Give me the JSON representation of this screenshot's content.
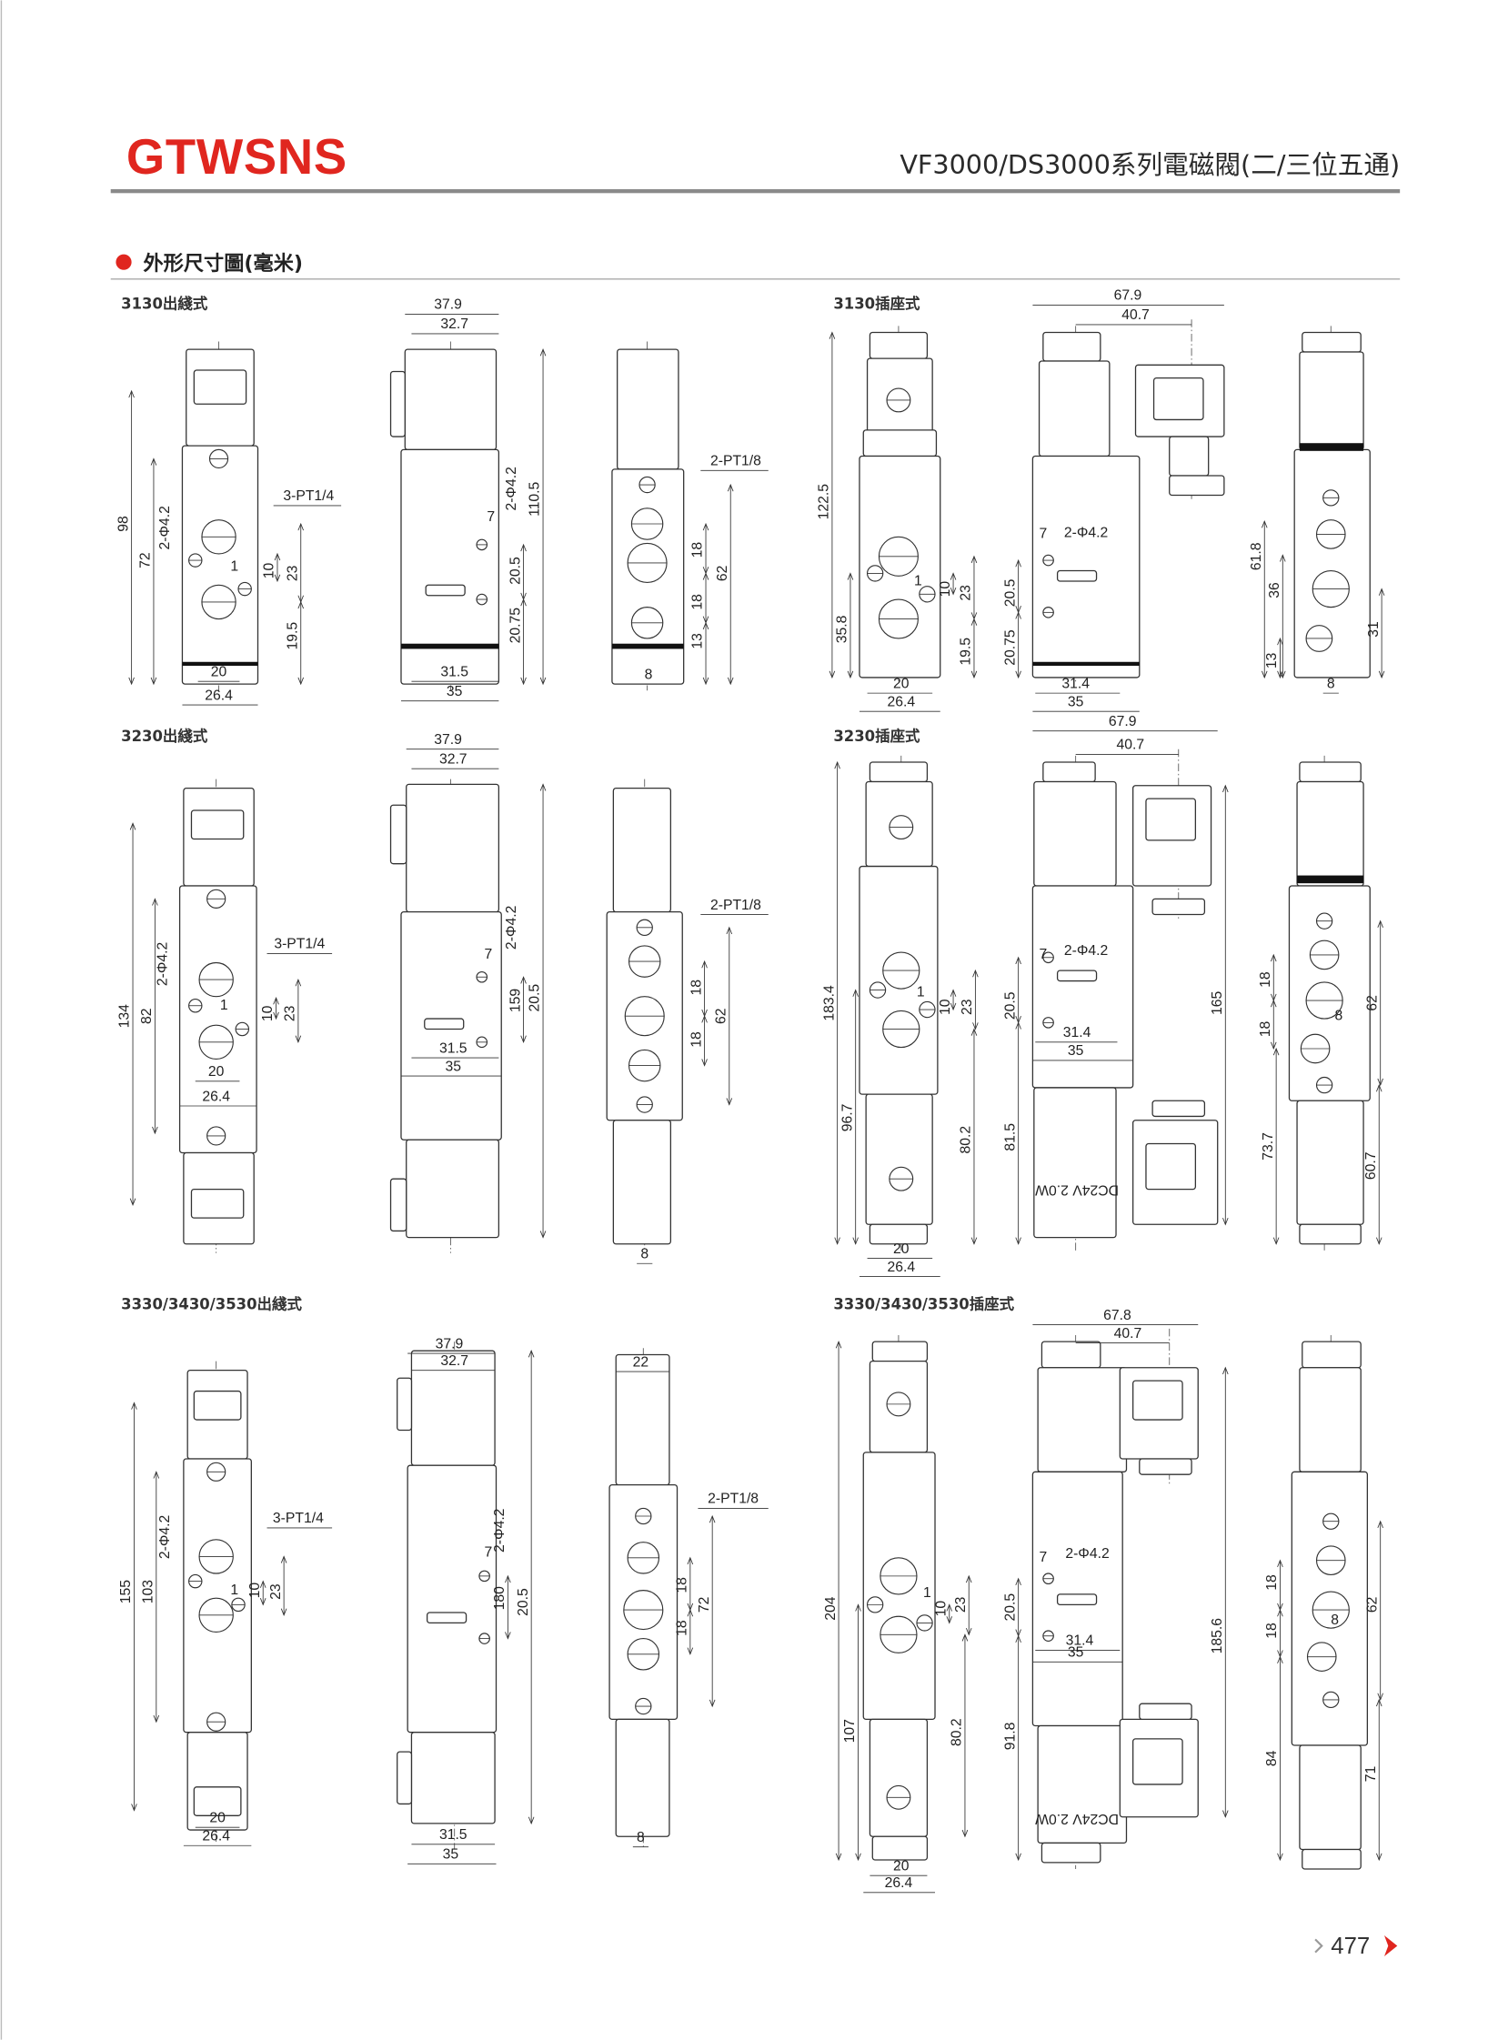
{
  "header": {
    "logo": "GTWSNS",
    "title": "VF3000/DS3000系列電磁閥(二/三位五通)"
  },
  "section": {
    "title": "外形尺寸圖(毫米)"
  },
  "colors": {
    "brand": "#e0261f",
    "text": "#222222",
    "rule": "#8a8a8a"
  },
  "panels": [
    {
      "title": "3130出綫式",
      "labels": [
        "98",
        "72",
        "2-Φ4.2",
        "3-PT1/4",
        "1",
        "10",
        "23",
        "19.5",
        "20",
        "26.4",
        "37.9",
        "32.7",
        "7",
        "2-Φ4.2",
        "110.5",
        "20.5",
        "20.75",
        "31.5",
        "35",
        "2-PT1/8",
        "18",
        "62",
        "18",
        "13",
        "8"
      ]
    },
    {
      "title": "3130插座式",
      "labels": [
        "122.5",
        "35.8",
        "1",
        "10",
        "23",
        "19.5",
        "20",
        "26.4",
        "67.9",
        "40.7",
        "7",
        "2-Φ4.2",
        "20.5",
        "20.75",
        "31.4",
        "35",
        "61.8",
        "36",
        "13",
        "31",
        "8"
      ]
    },
    {
      "title": "3230出綫式",
      "labels": [
        "134",
        "82",
        "2-Φ4.2",
        "3-PT1/4",
        "1",
        "10",
        "23",
        "20",
        "26.4",
        "37.9",
        "32.7",
        "7",
        "2-Φ4.2",
        "20.5",
        "159",
        "31.5",
        "35",
        "2-PT1/8",
        "18",
        "62",
        "18",
        "8"
      ]
    },
    {
      "title": "3230插座式",
      "labels": [
        "183.4",
        "96.7",
        "1",
        "10",
        "23",
        "80.2",
        "20",
        "26.4",
        "67.9",
        "40.7",
        "7",
        "2-Φ4.2",
        "20.5",
        "31.4",
        "35",
        "81.5",
        "165",
        "DC24V 2.0W",
        "18",
        "18",
        "8",
        "62",
        "73.7",
        "60.7"
      ]
    },
    {
      "title": "3330/3430/3530出綫式",
      "labels": [
        "155",
        "103",
        "2-Φ4.2",
        "3-PT1/4",
        "1",
        "10",
        "23",
        "20",
        "26.4",
        "37.9",
        "32.7",
        "7",
        "2-Φ4.2",
        "20.5",
        "180",
        "31.5",
        "35",
        "22",
        "2-PT1/8",
        "18",
        "72",
        "18",
        "8"
      ]
    },
    {
      "title": "3330/3430/3530插座式",
      "labels": [
        "204",
        "107",
        "1",
        "10",
        "23",
        "80.2",
        "20",
        "26.4",
        "67.8",
        "40.7",
        "7",
        "2-Φ4.2",
        "20.5",
        "31.4",
        "35",
        "91.8",
        "185.6",
        "DC24V 2.0W",
        "18",
        "18",
        "8",
        "62",
        "84",
        "71"
      ]
    }
  ],
  "page": {
    "number": "477"
  }
}
